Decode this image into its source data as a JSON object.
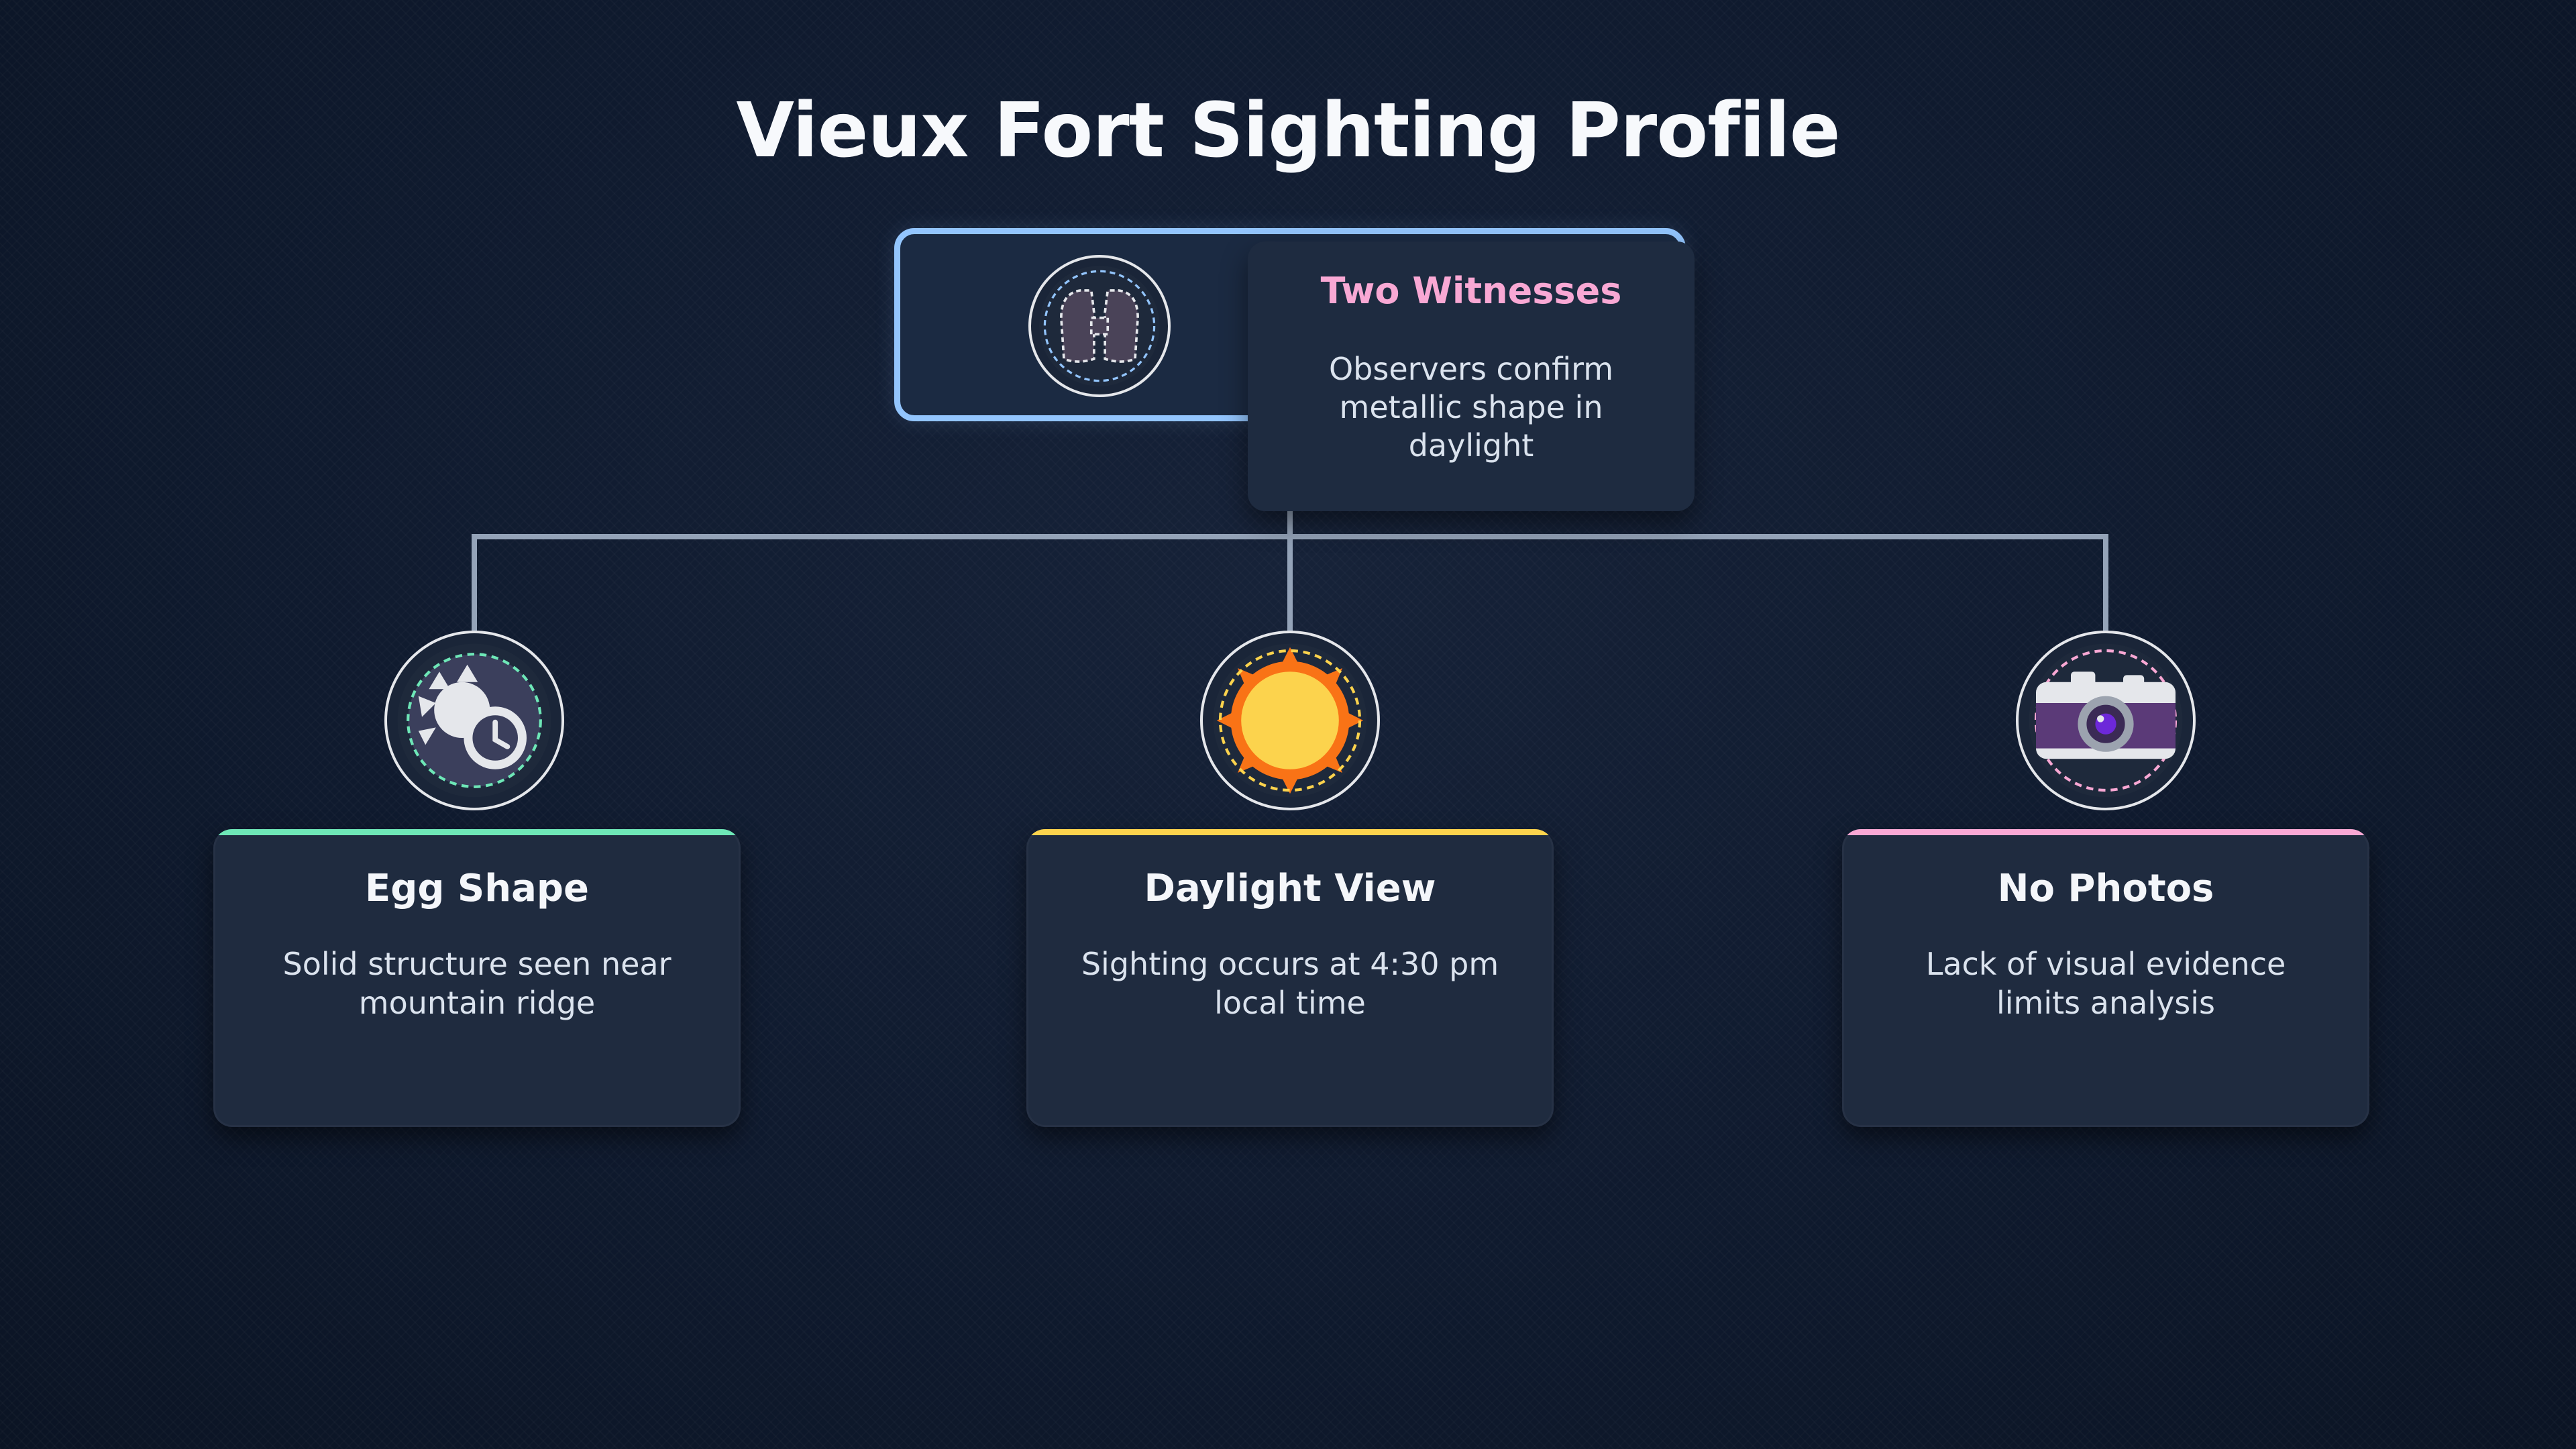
{
  "title": "Vieux Fort Sighting Profile",
  "root": {
    "heading": "Two Witnesses",
    "description": "Observers confirm metallic shape in daylight",
    "icon": "binoculars-icon",
    "accent": "#93c5fd",
    "heading_color": "#f9a8d4"
  },
  "children": [
    {
      "heading": "Egg Shape",
      "description": "Solid structure seen near mountain ridge",
      "icon": "clock-sun-icon",
      "accent": "#6ee7b7"
    },
    {
      "heading": "Daylight View",
      "description": "Sighting occurs at 4:30 pm local time",
      "icon": "sun-icon",
      "accent": "#fcd34d"
    },
    {
      "heading": "No Photos",
      "description": "Lack of visual evidence limits analysis",
      "icon": "camera-icon",
      "accent": "#f9a8d4"
    }
  ],
  "connector_color": "#94a3b8"
}
